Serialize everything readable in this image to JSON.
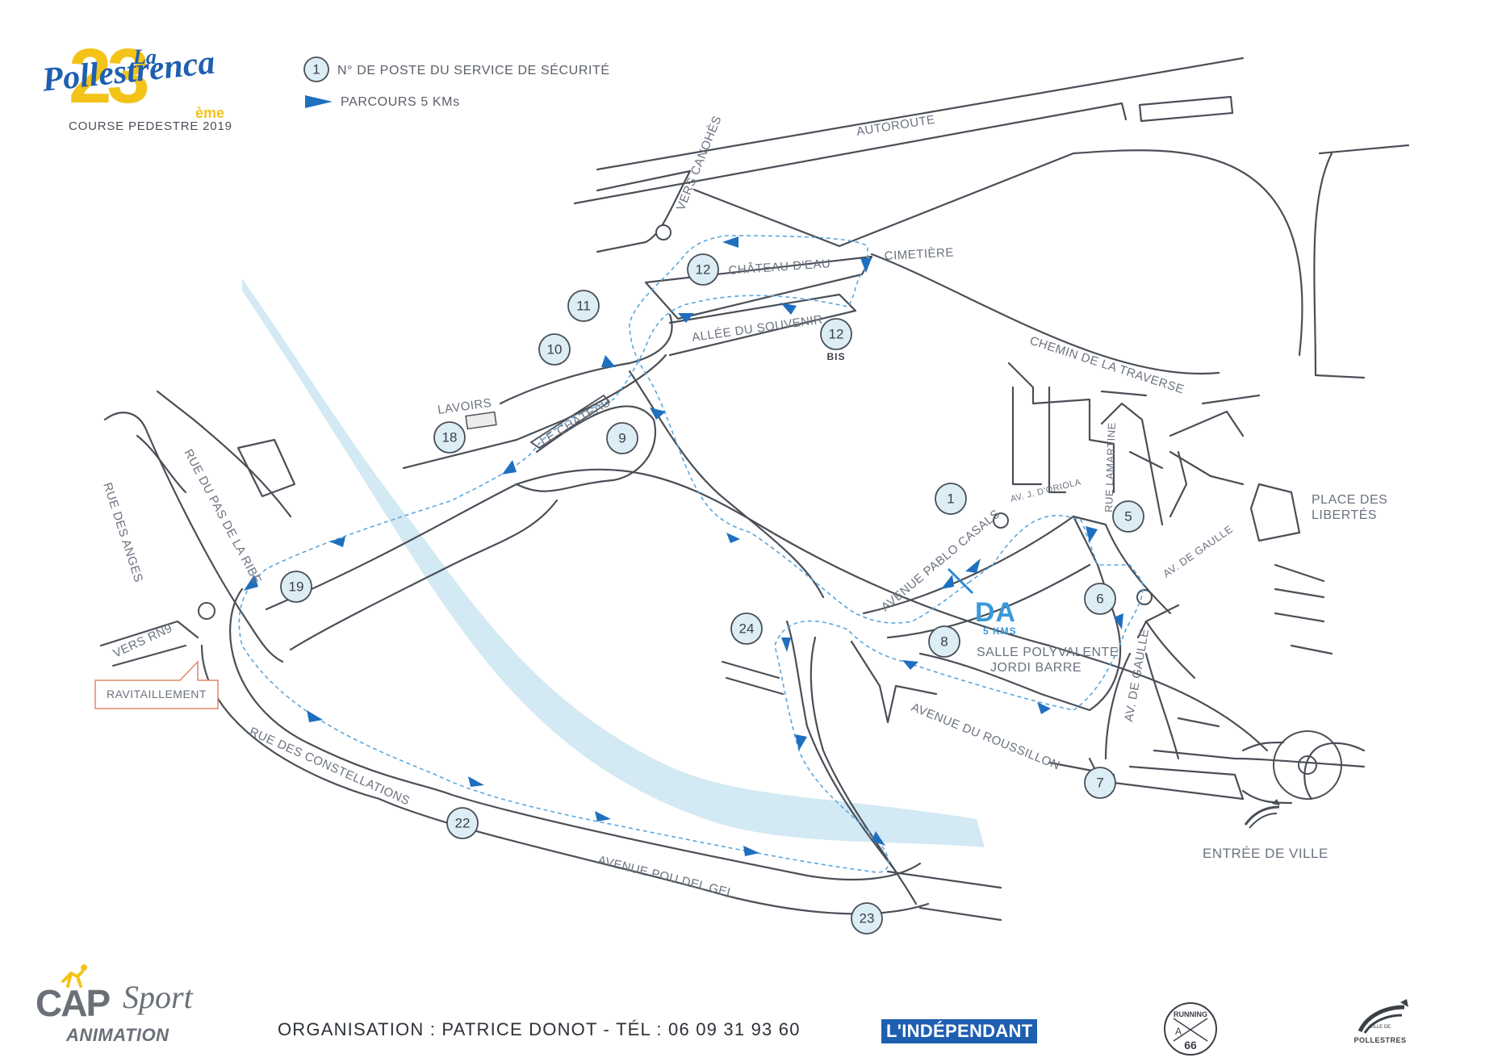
{
  "event_logo": {
    "number": "23",
    "la": "La",
    "name": "Pollestrenca",
    "ordinal": "ème",
    "subtitle": "COURSE PEDESTRE 2019"
  },
  "legend": {
    "post_sample": "1",
    "post_label": "N° DE POSTE DU SERVICE DE SÉCURITÉ",
    "route_label": "PARCOURS 5 KMs"
  },
  "streets": {
    "autoroute": "AUTOROUTE",
    "vers_canohes": "VERS CANOHÈS",
    "chateau_deau": "CHÂTEAU D'EAU",
    "cimetiere": "CIMETIÈRE",
    "chemin_traverse": "CHEMIN DE LA TRAVERSE",
    "allee_souvenir": "ALLÉE DU SOUVENIR",
    "lavoirs": "LAVOIRS",
    "le_chateau": "LE CHÂTEAU",
    "rue_pas_ribe": "RUE DU PAS DE LA RIBE",
    "rue_anges": "RUE DES ANGES",
    "vers_rn9": "VERS RN9",
    "rue_constellations": "RUE DES CONSTELLATIONS",
    "avenue_pou_gel": "AVENUE POU DEL GEL",
    "avenue_roussillon": "AVENUE DU ROUSSILLON",
    "avenue_pablo_casals": "AVENUE PABLO CASALS",
    "av_oriola": "AV. J. D'ORIOLA",
    "rue_lamartine": "RUE LAMARTINE",
    "av_de_gaulle_1": "AV. DE GAULLE",
    "av_de_gaulle_2": "AV. DE GAULLE",
    "place_libertes_1": "PLACE DES",
    "place_libertes_2": "LIBERTÉS",
    "salle_1": "SALLE POLYVALENTE",
    "salle_2": "JORDI BARRE",
    "entree_ville": "ENTRÉE DE VILLE",
    "ravitaillement": "RAVITAILLEMENT"
  },
  "start": {
    "label": "DA",
    "distance": "5 KMS"
  },
  "posts": [
    {
      "id": "1",
      "num": "1"
    },
    {
      "id": "5",
      "num": "5"
    },
    {
      "id": "6",
      "num": "6"
    },
    {
      "id": "7",
      "num": "7"
    },
    {
      "id": "8",
      "num": "8"
    },
    {
      "id": "9",
      "num": "9"
    },
    {
      "id": "10",
      "num": "10"
    },
    {
      "id": "11",
      "num": "11"
    },
    {
      "id": "12",
      "num": "12"
    },
    {
      "id": "12bis",
      "num": "12",
      "suffix": "BIS"
    },
    {
      "id": "18",
      "num": "18"
    },
    {
      "id": "19",
      "num": "19"
    },
    {
      "id": "22",
      "num": "22"
    },
    {
      "id": "23",
      "num": "23"
    },
    {
      "id": "24",
      "num": "24"
    }
  ],
  "footer": {
    "organisation": "ORGANISATION : PATRICE DONOT - TÉL : 06 09 31 93 60",
    "cap": "CAP",
    "sport": "Sport",
    "animation": "ANIMATION",
    "independant": "L'INDÉPENDANT",
    "running": "RUNNING",
    "running_num": "66",
    "running_letter": "A",
    "ville_de": "VILLE DE",
    "pollestres": "POLLESTRES"
  },
  "colors": {
    "route": "#5aa7de",
    "arrow": "#1f6fbf",
    "river": "#d3e9f3",
    "post_fill": "#dcedf6",
    "road": "#4a4f57",
    "brand_blue": "#1f5fb0",
    "brand_yellow": "#f3c318",
    "ravitaillement_border": "#e0876a"
  }
}
